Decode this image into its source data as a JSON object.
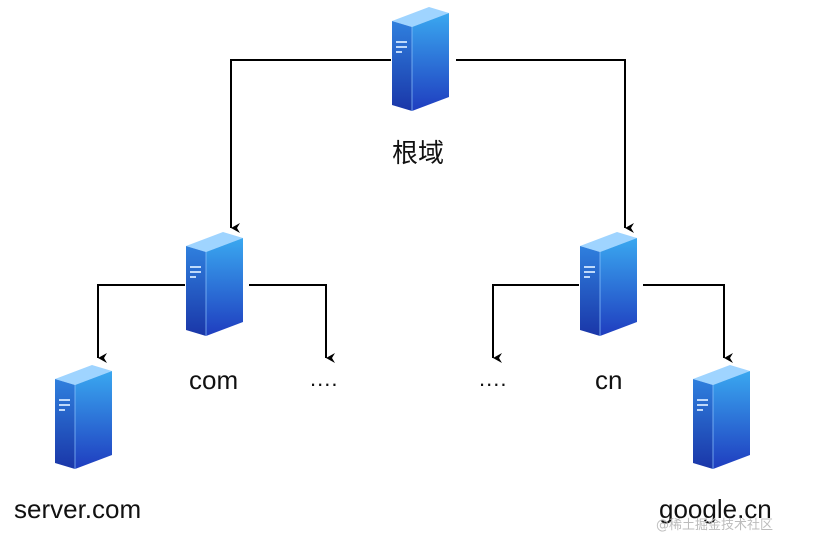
{
  "nodes": {
    "root": {
      "label": "根域",
      "icon": "server-icon"
    },
    "com": {
      "label": "com",
      "icon": "server-icon"
    },
    "cn": {
      "label": "cn",
      "icon": "server-icon"
    },
    "server_com": {
      "label": "server.com",
      "icon": "server-icon"
    },
    "google_cn": {
      "label": "google.cn",
      "icon": "server-icon"
    },
    "ellipsis_com": {
      "label": "...."
    },
    "ellipsis_cn": {
      "label": "...."
    }
  },
  "watermark": "@稀土掘金技术社区",
  "colors": {
    "server_front_top": "#3aa0ec",
    "server_front_bottom": "#1f3fc0",
    "server_side": "#2a66d0",
    "line": "#000000"
  }
}
